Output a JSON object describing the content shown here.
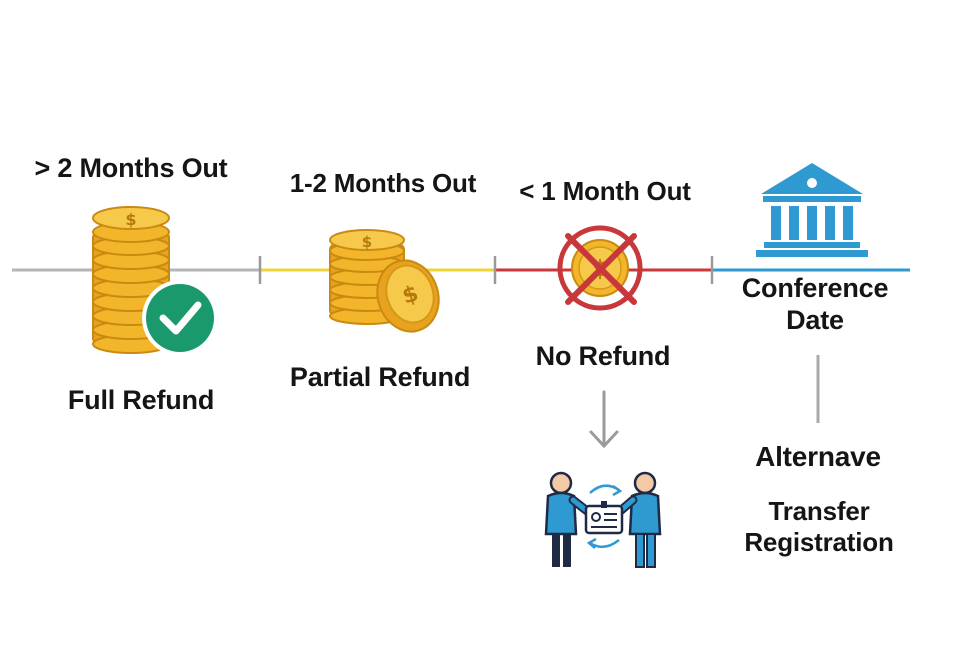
{
  "stages": [
    {
      "timing": "> 2 Months Out",
      "outcome": "Full Refund",
      "icon": "coin-stack-check-icon"
    },
    {
      "timing": "1-2 Months Out",
      "outcome": "Partial Refund",
      "icon": "coin-stack-partial-icon"
    },
    {
      "timing": "< 1 Month Out",
      "outcome": "No Refund",
      "icon": "crossed-coin-icon"
    }
  ],
  "end": {
    "title_line1": "Conference",
    "title_line2": "Date",
    "icon": "building-icon"
  },
  "alternative": {
    "heading": "Alternave",
    "line1": "Transfer",
    "line2": "Registration",
    "icon": "transfer-registration-icon"
  },
  "colors": {
    "gray": "#b5b5b5",
    "yellow": "#ecd43a",
    "red": "#c8383a",
    "blue": "#2f9ad2",
    "coin": "#f3b529",
    "check": "#1a9a6c"
  }
}
